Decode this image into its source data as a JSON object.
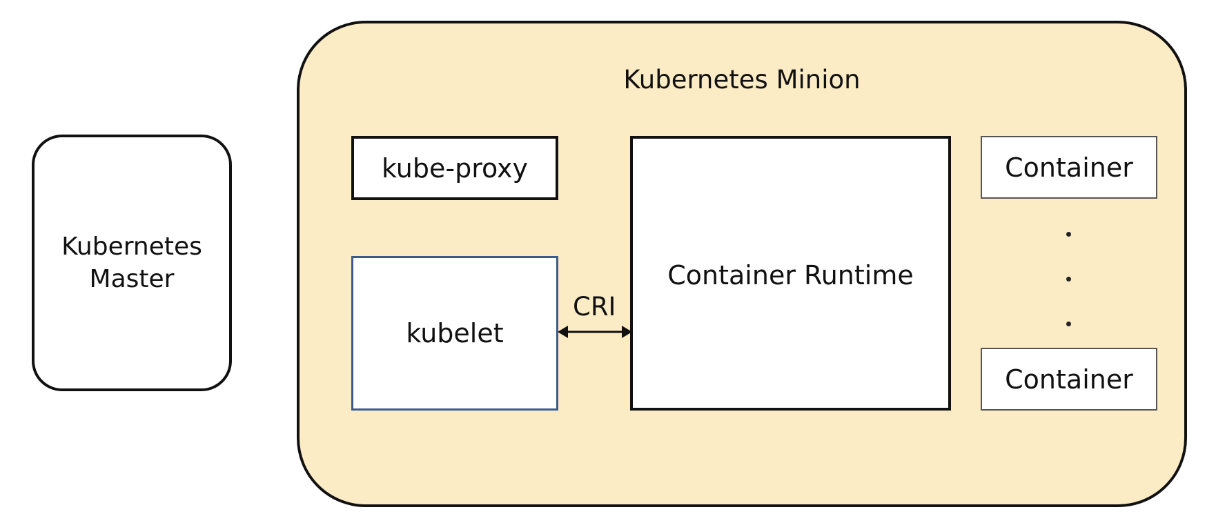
{
  "master": {
    "label": "Kubernetes\nMaster"
  },
  "minion": {
    "title": "Kubernetes Minion",
    "kube_proxy": "kube-proxy",
    "kubelet": "kubelet",
    "container_runtime": "Container Runtime",
    "containers": [
      "Container",
      "Container"
    ],
    "interface_label": "CRI"
  },
  "colors": {
    "minion_fill": "#fcecc6",
    "kubelet_border": "#3a5b8c",
    "stroke": "#111111"
  }
}
